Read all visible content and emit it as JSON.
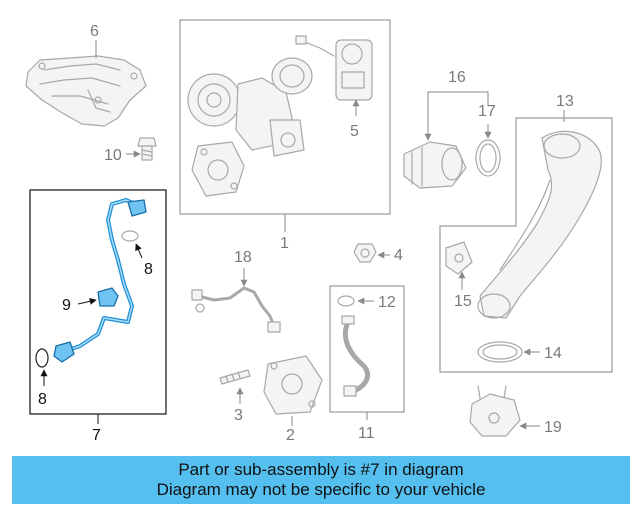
{
  "callouts": {
    "c1": "1",
    "c2": "2",
    "c3": "3",
    "c4": "4",
    "c5": "5",
    "c6": "6",
    "c7": "7",
    "c8a": "8",
    "c8b": "8",
    "c9": "9",
    "c10": "10",
    "c11": "11",
    "c12": "12",
    "c13": "13",
    "c14": "14",
    "c15": "15",
    "c16": "16",
    "c17": "17",
    "c18": "18",
    "c19": "19"
  },
  "highlighted_part": "7",
  "colors": {
    "highlight": "#6fc4f2",
    "banner": "#55c0f0",
    "line": "#a8a8a8"
  },
  "banner": {
    "line1": "Part or sub-assembly is #7 in diagram",
    "line2": "Diagram may not be specific to your vehicle"
  }
}
